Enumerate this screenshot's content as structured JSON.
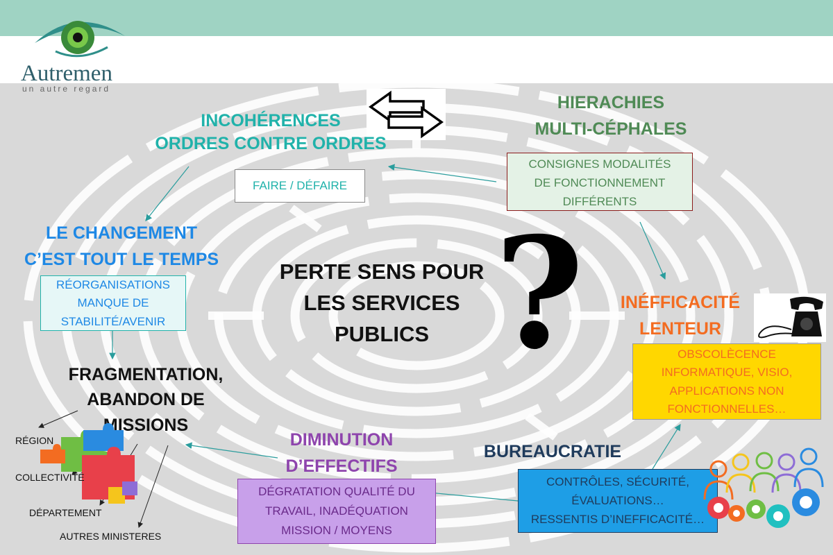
{
  "logo": {
    "name": "Autremen",
    "tagline": "un autre regard"
  },
  "center": {
    "lines": [
      "PERTE SENS POUR",
      "LES SERVICES",
      "PUBLICS"
    ],
    "symbol": "?"
  },
  "incoherences": {
    "lines": [
      "INCOHÉRENCES",
      "ORDRES CONTRE ORDRES"
    ],
    "box": "FAIRE / DÉFAIRE"
  },
  "hierarchies": {
    "lines": [
      "HIERACHIES",
      "MULTI-CÉPHALES"
    ],
    "box": [
      "CONSIGNES MODALITÉS",
      "DE FONCTIONNEMENT",
      "DIFFÉRENTS"
    ]
  },
  "changement": {
    "lines": [
      "LE CHANGEMENT",
      "C’EST TOUT LE TEMPS"
    ],
    "box": [
      "RÉORGANISATIONS",
      "MANQUE DE",
      "STABILITÉ/AVENIR"
    ]
  },
  "inefficacite": {
    "lines": [
      "INÉFFICACITÉ",
      "LENTEUR"
    ],
    "box": [
      "OBSCOLÈCENCE",
      "INFORMATIQUE, VISIO,",
      "APPLICATIONS NON",
      "FONCTIONNELLES…"
    ]
  },
  "fragmentation": {
    "lines": [
      "FRAGMENTATION,",
      "ABANDON DE",
      "MISSIONS"
    ],
    "items": [
      "RÉGION",
      "COLLECTIVITÉ",
      "DÉPARTEMENT",
      "AUTRES MINISTERES"
    ]
  },
  "diminution": {
    "lines": [
      "DIMINUTION",
      "D’EFFECTIFS"
    ],
    "box": [
      "DÉGRATATION QUALITÉ DU",
      "TRAVAIL, INADÉQUATION",
      "MISSION / MOYENS"
    ]
  },
  "bureaucratie": {
    "title": "BUREAUCRATIE",
    "box": [
      "CONTRÔLES, SÉCURITÉ,",
      "ÉVALUATIONS…",
      "RESSENTIS D’INEFFICACITÉ…"
    ]
  },
  "colors": {
    "teal": "#20b2aa",
    "blue": "#1e88e5",
    "green": "#4f8a55",
    "orange": "#f36c21",
    "purple": "#8e44ad",
    "navy": "#1f3b5c",
    "yellow": "#ffd700",
    "lilac": "#c8a0ea",
    "skyblue": "#1e9ee6"
  }
}
